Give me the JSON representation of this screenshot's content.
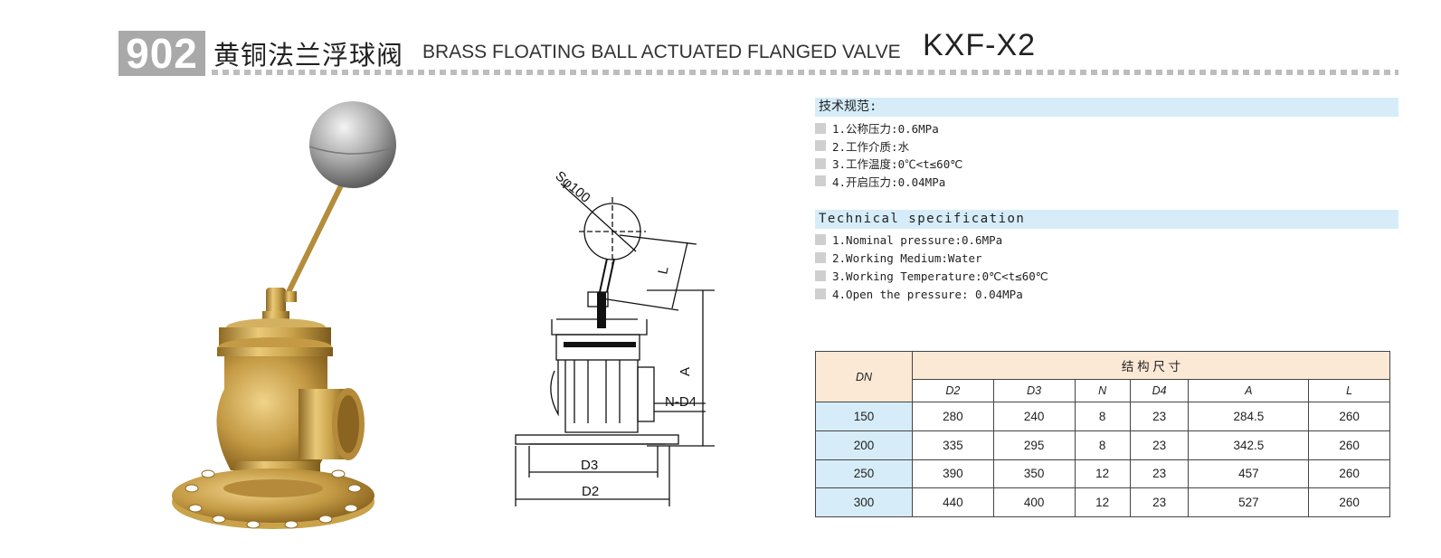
{
  "header": {
    "number": "902",
    "title_cn": "黄铜法兰浮球阀",
    "title_en": "BRASS FLOATING BALL ACTUATED FLANGED VALVE",
    "model": "KXF-X2"
  },
  "drawing": {
    "ball_label": "Sφ100",
    "label_l": "L",
    "label_a": "A",
    "label_nd4": "N-D4",
    "label_d3": "D3",
    "label_d2": "D2"
  },
  "spec_cn": {
    "heading": "技术规范:",
    "items": [
      "1.公称压力:0.6MPa",
      "2.工作介质:水",
      "3.工作温度:0℃<t≤60℃",
      "4.开启压力:0.04MPa"
    ]
  },
  "spec_en": {
    "heading": "Technical specification",
    "items": [
      "1.Nominal pressure:0.6MPa",
      "2.Working Medium:Water",
      "3.Working Temperature:0℃<t≤60℃",
      "4.Open the pressure: 0.04MPa"
    ]
  },
  "table": {
    "dn_header": "DN",
    "group_header": "结 构 尺 寸",
    "columns": [
      "D2",
      "D3",
      "N",
      "D4",
      "A",
      "L"
    ],
    "rows": [
      {
        "dn": "150",
        "cells": [
          "280",
          "240",
          "8",
          "23",
          "284.5",
          "260"
        ]
      },
      {
        "dn": "200",
        "cells": [
          "335",
          "295",
          "8",
          "23",
          "342.5",
          "260"
        ]
      },
      {
        "dn": "250",
        "cells": [
          "390",
          "350",
          "12",
          "23",
          "457",
          "260"
        ]
      },
      {
        "dn": "300",
        "cells": [
          "440",
          "400",
          "12",
          "23",
          "527",
          "260"
        ]
      }
    ]
  },
  "colors": {
    "number_box": "#a9a9a9",
    "spec_heading_bg": "#d6edf9",
    "table_header_bg": "#fbe9d6",
    "dn_cell_bg": "#d6edf9",
    "brass": "#c9a24a"
  }
}
